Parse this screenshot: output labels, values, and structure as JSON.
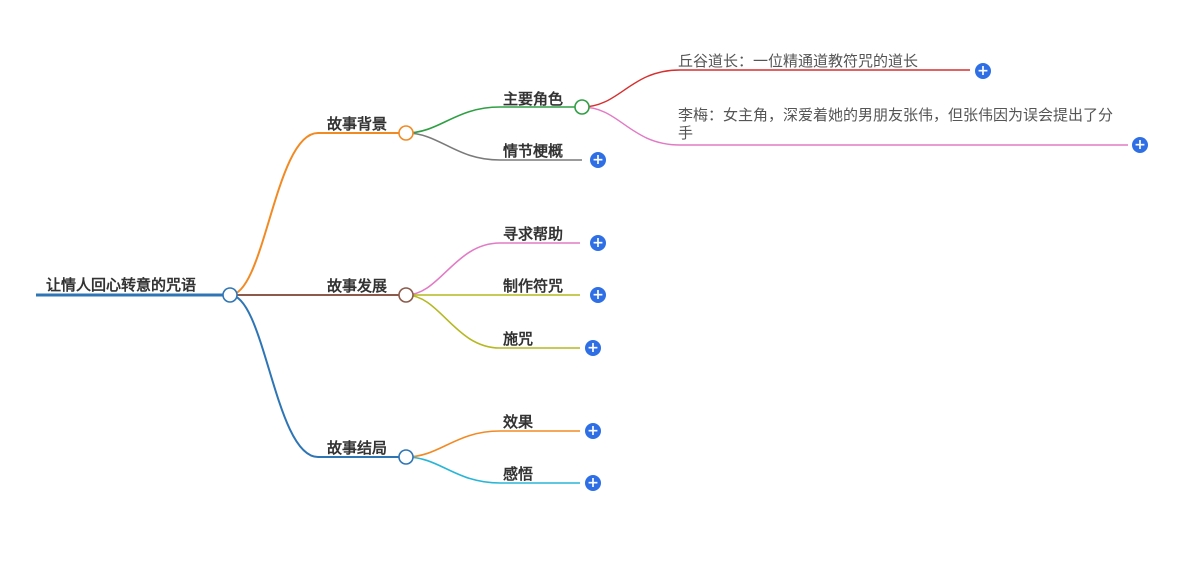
{
  "root": {
    "label": "让情人回心转意的咒语"
  },
  "branches": [
    {
      "label": "故事背景",
      "children": [
        {
          "label": "主要角色",
          "children": [
            {
              "label": "丘谷道长：一位精通道教符咒的道长"
            },
            {
              "label": "李梅：女主角，深爱着她的男朋友张伟，但张伟因为误会提出了分手"
            }
          ]
        },
        {
          "label": "情节梗概"
        }
      ]
    },
    {
      "label": "故事发展",
      "children": [
        {
          "label": "寻求帮助"
        },
        {
          "label": "制作符咒"
        },
        {
          "label": "施咒"
        }
      ]
    },
    {
      "label": "故事结局",
      "children": [
        {
          "label": "效果"
        },
        {
          "label": "感悟"
        }
      ]
    }
  ],
  "expand_symbol": "+",
  "colors": {
    "root_line": "#2e75b6",
    "branch_background": "#f28a24",
    "branch_development": "#8b5a4a",
    "branch_ending": "#2e75b6",
    "main_roles": "#2ea043",
    "plot_summary": "#7a7a7a",
    "daoist": "#d62f2f",
    "li_mei": "#e27ac6",
    "seek_help": "#e27ac6",
    "make_charm": "#b5b820",
    "cast_spell": "#b5b820",
    "effect": "#f28a24",
    "insight": "#29b6d6",
    "expand_button": "#2f6fe6"
  }
}
